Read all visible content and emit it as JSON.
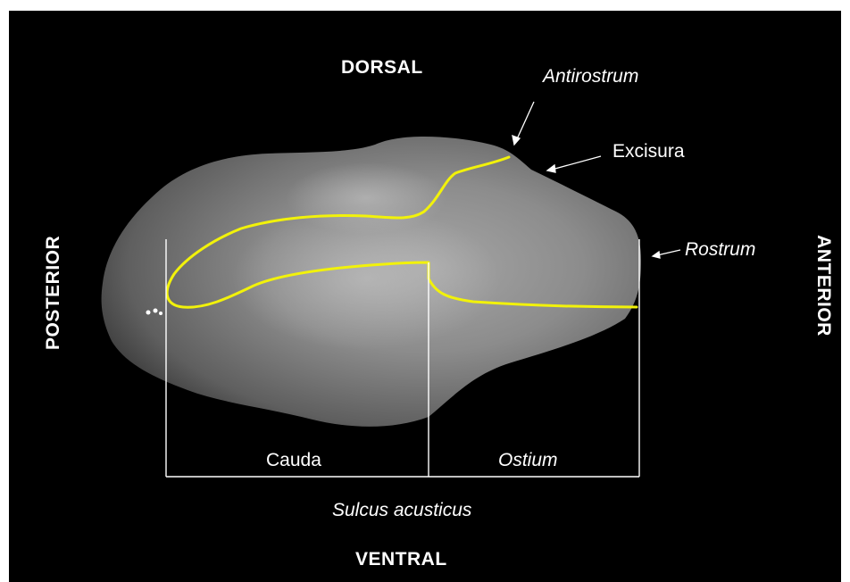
{
  "orientation": {
    "dorsal": "DORSAL",
    "ventral": "VENTRAL",
    "posterior": "POSTERIOR",
    "anterior": "ANTERIOR"
  },
  "structures": {
    "antirostrum": "Antirostrum",
    "excisura": "Excisura",
    "rostrum": "Rostrum",
    "cauda": "Cauda",
    "ostium": "Ostium",
    "sulcus": "Sulcus acusticus"
  },
  "colors": {
    "background": "#000000",
    "sulcus_outline": "#f2f20a",
    "guide_lines": "#ffffff",
    "otolith": "#8a8a8a"
  }
}
